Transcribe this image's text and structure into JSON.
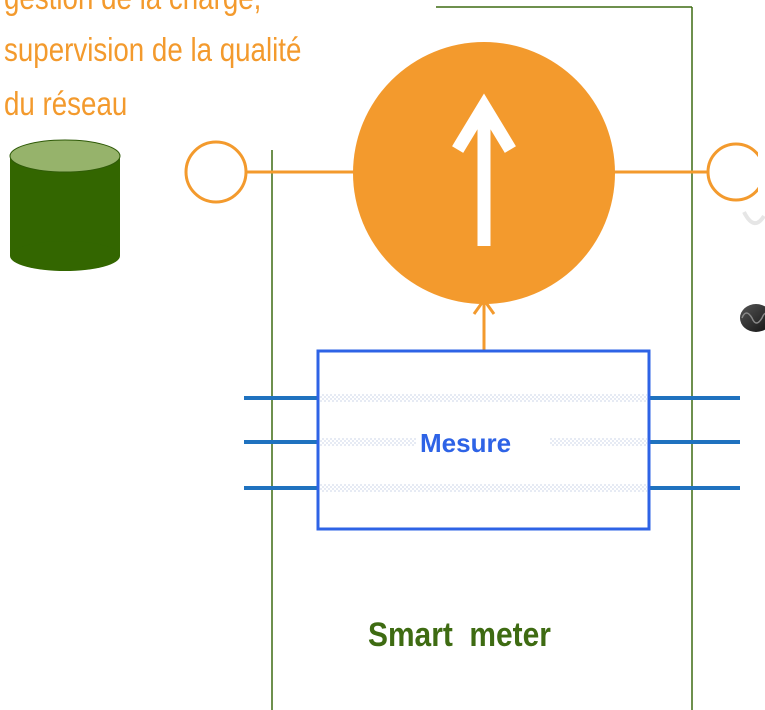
{
  "caption": {
    "line1": "gestion de la charge,",
    "line2": "supervision de la qualité",
    "line3": "du réseau"
  },
  "measurement_block": {
    "label": "Mesure"
  },
  "meter": {
    "label": "Smart  meter"
  },
  "colors": {
    "orange": "#f39a2d",
    "green_frame": "#3e6b12",
    "blue": "#2e63e6",
    "line_blue": "#1f72bf",
    "database_green": "#336600"
  },
  "icons": {
    "database": "database-cylinder-icon",
    "arrow": "upward-arrow-icon",
    "connector_left": "connector-circle-left-icon",
    "connector_right": "connector-circle-right-icon",
    "cable": "coiled-cable-icon"
  }
}
